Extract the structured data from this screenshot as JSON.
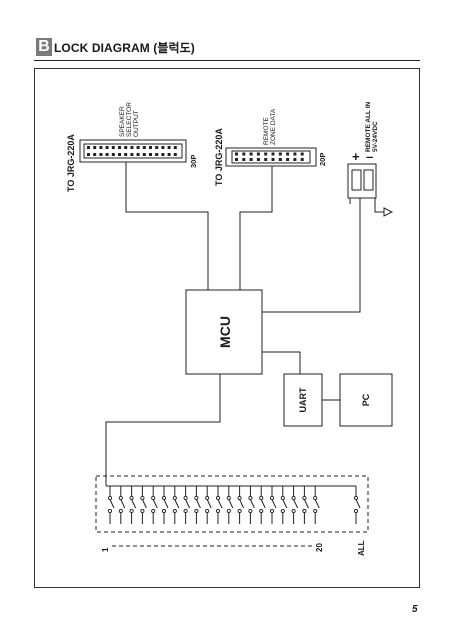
{
  "header": {
    "badge_letter": "B",
    "title": "LOCK DIAGRAM (블럭도)"
  },
  "labels": {
    "to_jrg_left": "TO JRG-220A",
    "speaker_line1": "SPEAKER",
    "speaker_line2": "SELECTOR",
    "speaker_line3": "OUTPUT",
    "pin_30p": "30P",
    "to_jrg_right": "TO JRG-220A",
    "remote_line1": "REMOTE",
    "remote_line2": "ZONE DATA",
    "pin_20p": "20P",
    "power_line1": "REMOTE ALL IN",
    "power_line2": "5V-24VDC",
    "plus": "+",
    "minus": "–",
    "mcu": "MCU",
    "uart": "UART",
    "pc": "PC",
    "switch_first": "1",
    "switch_twenty": "20",
    "switch_all": "ALL"
  },
  "page_number": "5"
}
